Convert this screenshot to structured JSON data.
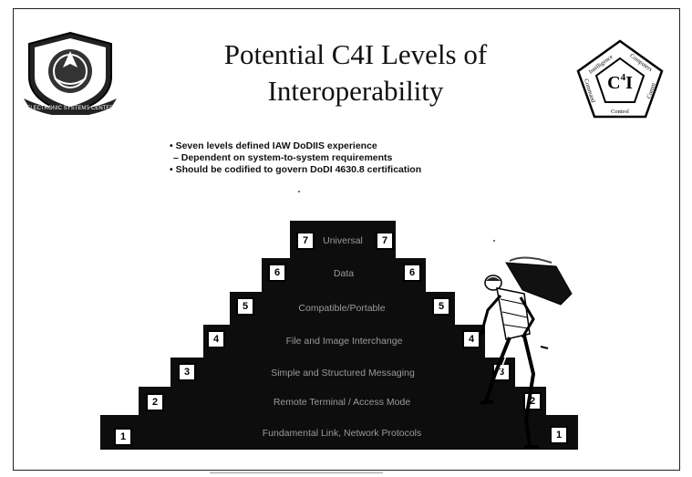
{
  "slide": {
    "title_line1": "Potential C4I Levels of",
    "title_line2": "Interoperability",
    "bullets": [
      "• Seven levels defined IAW DoDIIS experience",
      "– Dependent on system-to-system requirements",
      "• Should be codified to govern DoDI 4630.8 certification"
    ],
    "right_emblem": {
      "center": "C4I",
      "labels": [
        "Intelligence",
        "Computers",
        "Comm",
        "Control",
        "Command"
      ]
    },
    "left_emblem": {
      "banner": "ELECTRONIC SYSTEMS CENTER"
    },
    "levels": [
      {
        "num": "7",
        "label": "Universal"
      },
      {
        "num": "6",
        "label": "Data"
      },
      {
        "num": "5",
        "label": "Compatible/Portable"
      },
      {
        "num": "4",
        "label": "File and Image Interchange"
      },
      {
        "num": "3",
        "label": "Simple and Structured Messaging"
      },
      {
        "num": "2",
        "label": "Remote Terminal / Access Mode"
      },
      {
        "num": "1",
        "label": "Fundamental Link, Network Protocols"
      }
    ],
    "colors": {
      "step": "#0d0d0d",
      "label": "#9a9a9a",
      "box": "#ffffff"
    }
  }
}
